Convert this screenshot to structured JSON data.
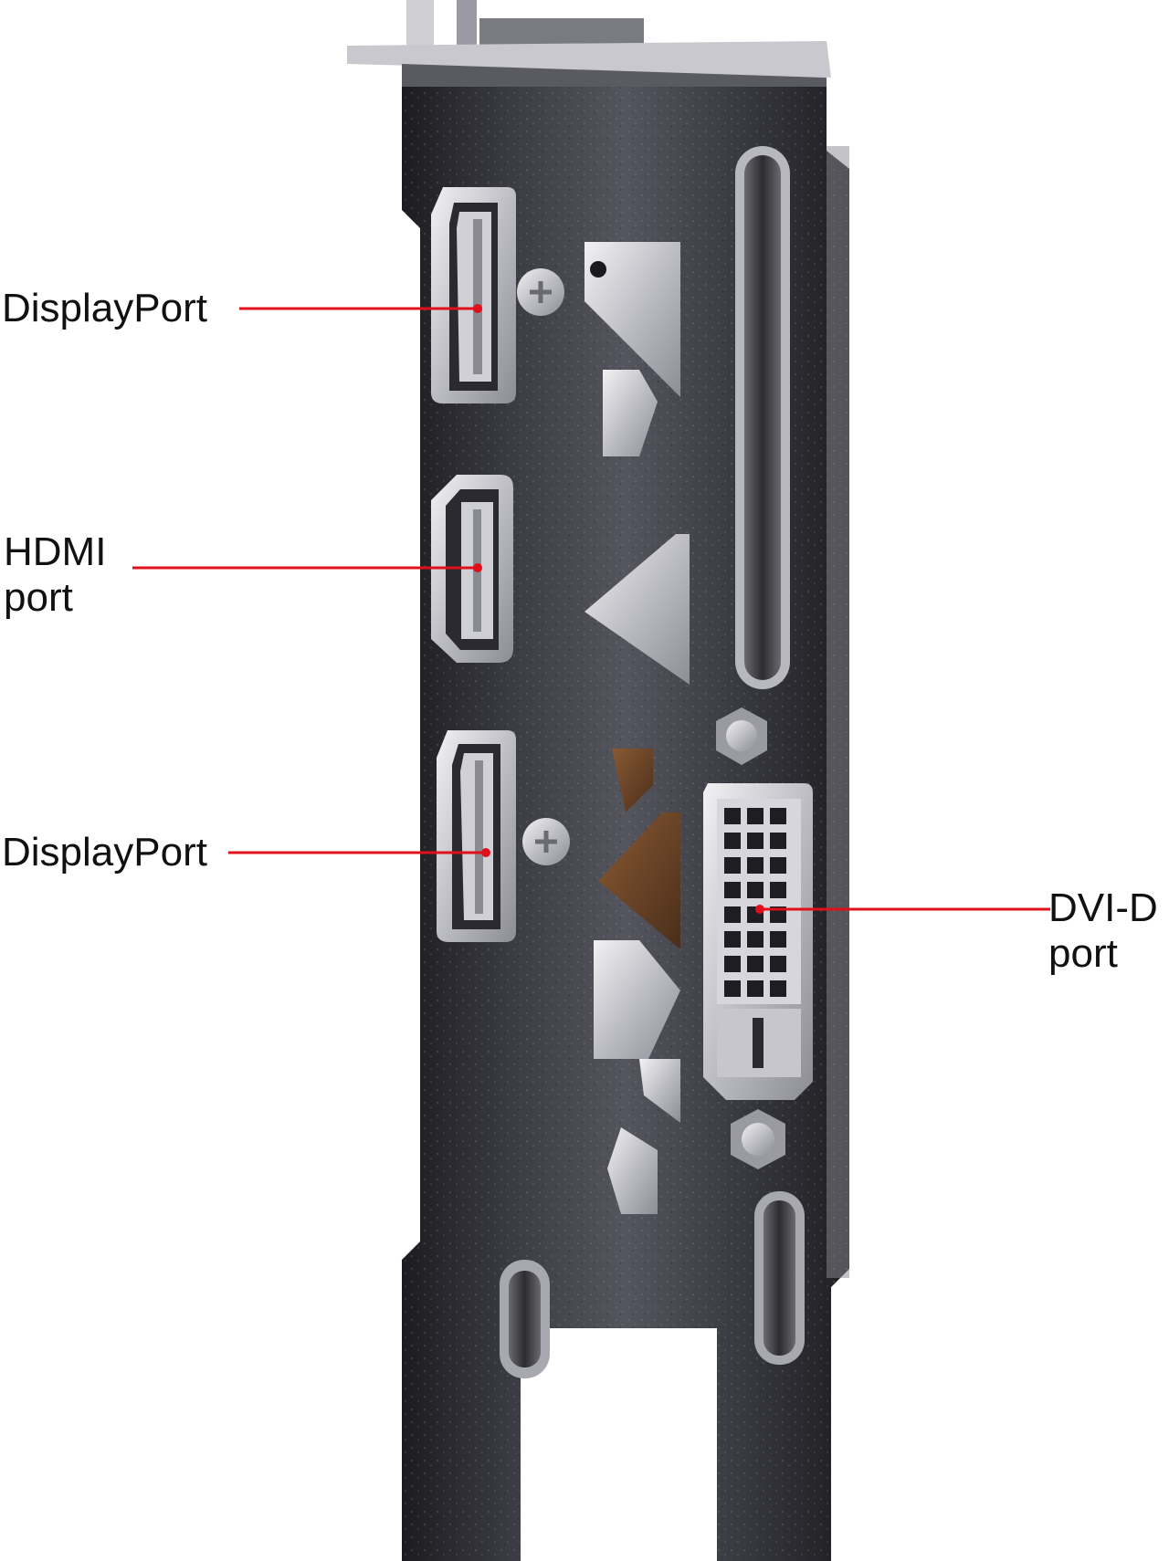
{
  "labels": {
    "displayport_top": "DisplayPort",
    "hdmi_line1": "HDMI",
    "hdmi_line2": "port",
    "displayport_bottom": "DisplayPort",
    "dvi_line1": "DVI-D",
    "dvi_line2": "port"
  },
  "colors": {
    "pointer": "#e0101a",
    "bracket_dark": "#2a2a2e",
    "bracket_mid": "#4a4a52",
    "metal_light": "#d8d8dc",
    "background": "#ffffff"
  },
  "icons": {
    "pointer_dot": "red-dot",
    "screw": "screw-head"
  }
}
